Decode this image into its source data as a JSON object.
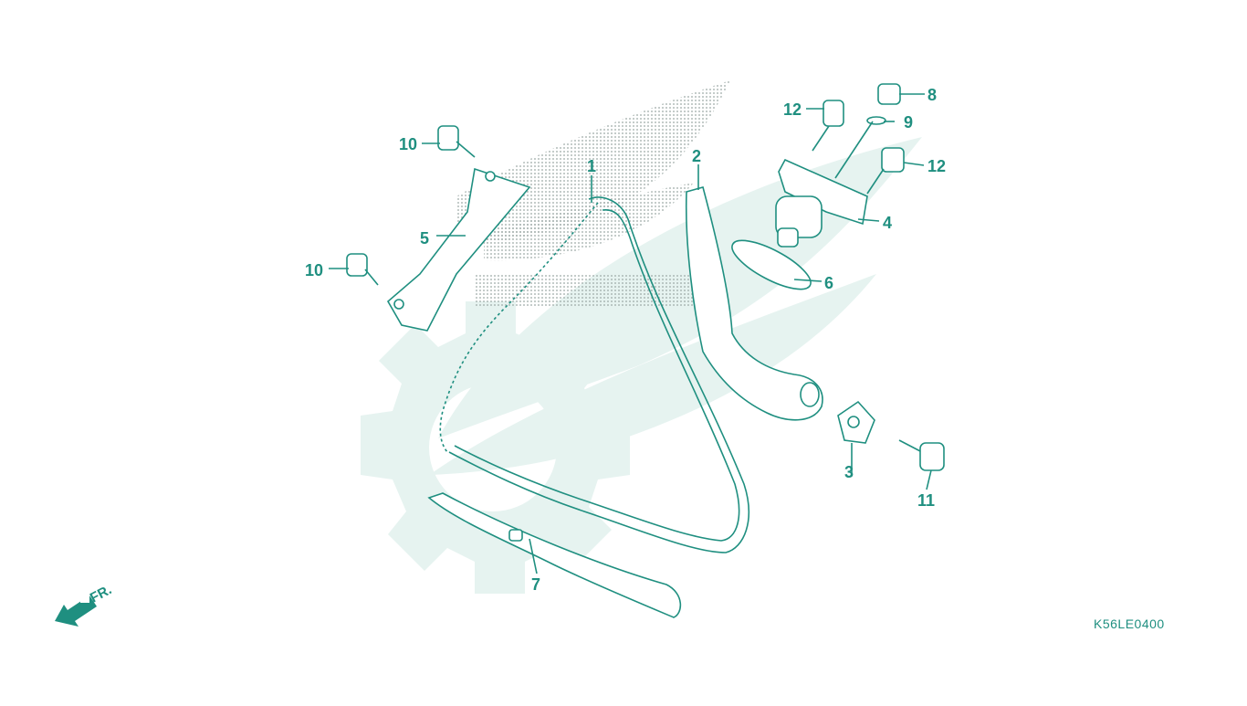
{
  "diagram": {
    "code": "K56LE0400",
    "direction_label": "FR.",
    "callouts": [
      {
        "id": "c1",
        "label": "1"
      },
      {
        "id": "c2",
        "label": "2"
      },
      {
        "id": "c3",
        "label": "3"
      },
      {
        "id": "c4",
        "label": "4"
      },
      {
        "id": "c5",
        "label": "5"
      },
      {
        "id": "c6",
        "label": "6"
      },
      {
        "id": "c7",
        "label": "7"
      },
      {
        "id": "c8",
        "label": "8"
      },
      {
        "id": "c9",
        "label": "9"
      },
      {
        "id": "c10a",
        "label": "10"
      },
      {
        "id": "c10b",
        "label": "10"
      },
      {
        "id": "c11",
        "label": "11"
      },
      {
        "id": "c12a",
        "label": "12"
      },
      {
        "id": "c12b",
        "label": "12"
      }
    ],
    "colors": {
      "line": "#1f8f80",
      "watermark": "#e3f1ee",
      "halftone": "#9aa7a4"
    }
  }
}
